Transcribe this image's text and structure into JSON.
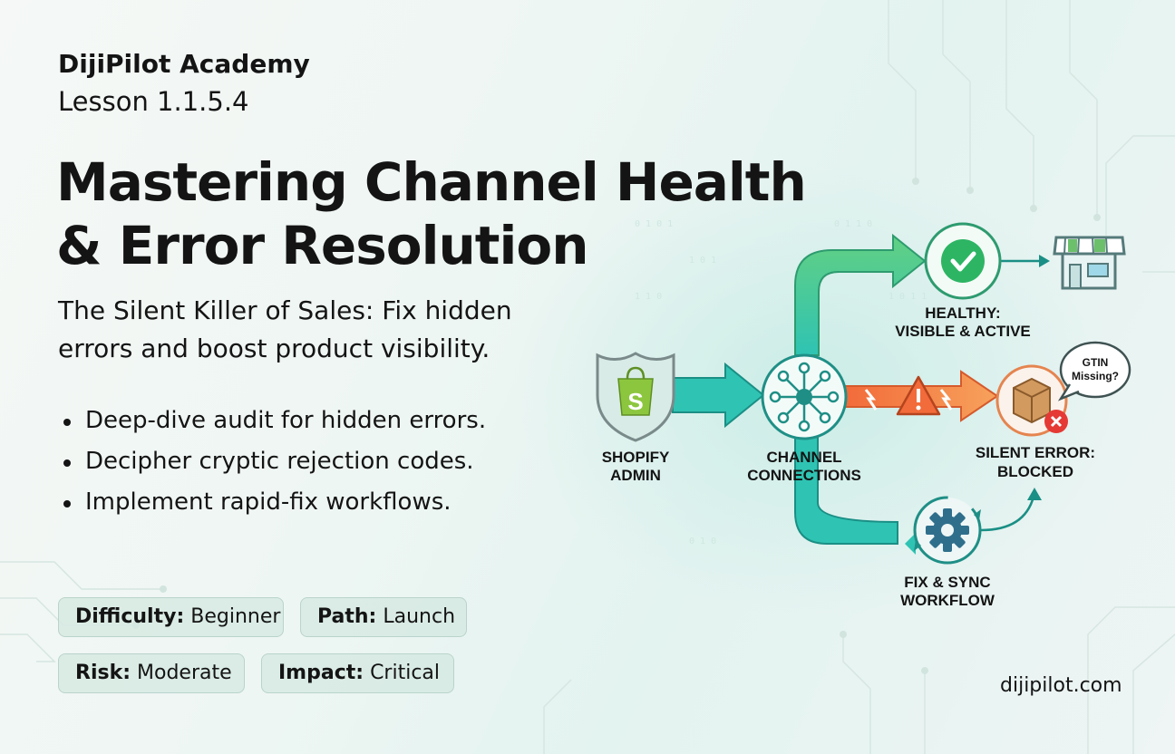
{
  "header": {
    "brand": "DijiPilot Academy",
    "lesson": "Lesson 1.1.5.4"
  },
  "title": "Mastering Channel Health & Error Resolution",
  "subtitle": "The Silent Killer of Sales: Fix hidden errors and boost product visibility.",
  "bullets": [
    "Deep-dive audit for hidden errors.",
    "Decipher cryptic rejection codes.",
    "Implement rapid-fix workflows."
  ],
  "tags": [
    {
      "key": "Difficulty:",
      "value": "Beginner"
    },
    {
      "key": "Path:",
      "value": "Launch"
    },
    {
      "key": "Risk:",
      "value": "Moderate"
    },
    {
      "key": "Impact:",
      "value": "Critical"
    }
  ],
  "diagram": {
    "shopify": {
      "line1": "SHOPIFY",
      "line2": "ADMIN",
      "icon": "shopify-shield-icon"
    },
    "channels": {
      "line1": "CHANNEL",
      "line2": "CONNECTIONS",
      "icon": "network-hub-icon"
    },
    "healthy": {
      "line1": "HEALTHY:",
      "line2": "VISIBLE & ACTIVE",
      "icon": "check-circle-icon"
    },
    "store": {
      "icon": "storefront-icon"
    },
    "error": {
      "line1": "SILENT ERROR:",
      "line2": "BLOCKED",
      "icon": "package-x-icon"
    },
    "bubble": {
      "line1": "GTIN",
      "line2": "Missing?"
    },
    "fix": {
      "line1": "FIX & SYNC",
      "line2": "WORKFLOW",
      "icon": "gear-sync-icon"
    },
    "warning": {
      "icon": "warning-triangle-icon"
    },
    "colors": {
      "green_arrow": "#4fc17e",
      "teal_arrow": "#2fc3b3",
      "orange_arrow": "#f5834a",
      "healthy_green": "#2db564",
      "error_red": "#e53935"
    }
  },
  "footer": {
    "domain": "dijipilot.com"
  }
}
